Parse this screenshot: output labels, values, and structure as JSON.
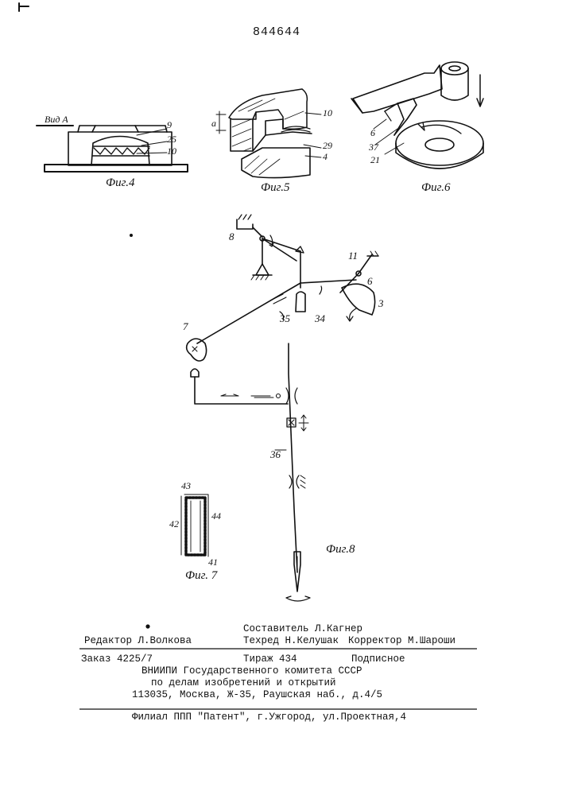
{
  "patent_number": "844644",
  "figures": {
    "fig4": {
      "view_label": "Вид А",
      "caption": "Фиг.4",
      "callouts": [
        "9",
        "25",
        "10"
      ]
    },
    "fig5": {
      "caption": "Фиг.5",
      "dimension_label": "a",
      "callouts": [
        "10",
        "29",
        "4"
      ]
    },
    "fig6": {
      "caption": "Фиг.6",
      "callouts": [
        "6",
        "37",
        "21"
      ]
    },
    "fig7": {
      "caption": "Фиг. 7",
      "callouts": [
        "43",
        "42",
        "44",
        "41"
      ]
    },
    "fig8": {
      "caption": "Фиг.8",
      "callouts": [
        "8",
        "11",
        "6",
        "3",
        "35",
        "34",
        "7",
        "36"
      ]
    }
  },
  "imprint": {
    "compiler": "Составитель Л.Кагнер",
    "editor": "Редактор Л.Волкова",
    "techred": "Техред Н.Келушак",
    "corrector": "Корректор М.Шароши",
    "order": "Заказ 4225/7",
    "circulation": "Тираж 434",
    "subscription": "Подписное",
    "org_line1": "ВНИИПИ Государственного комитета СССР",
    "org_line2": "по делам изобретений и открытий",
    "address": "113035, Москва, Ж-35, Раушская наб., д.4/5",
    "branch": "Филиал ППП \"Патент\", г.Ужгород, ул.Проектная,4"
  }
}
